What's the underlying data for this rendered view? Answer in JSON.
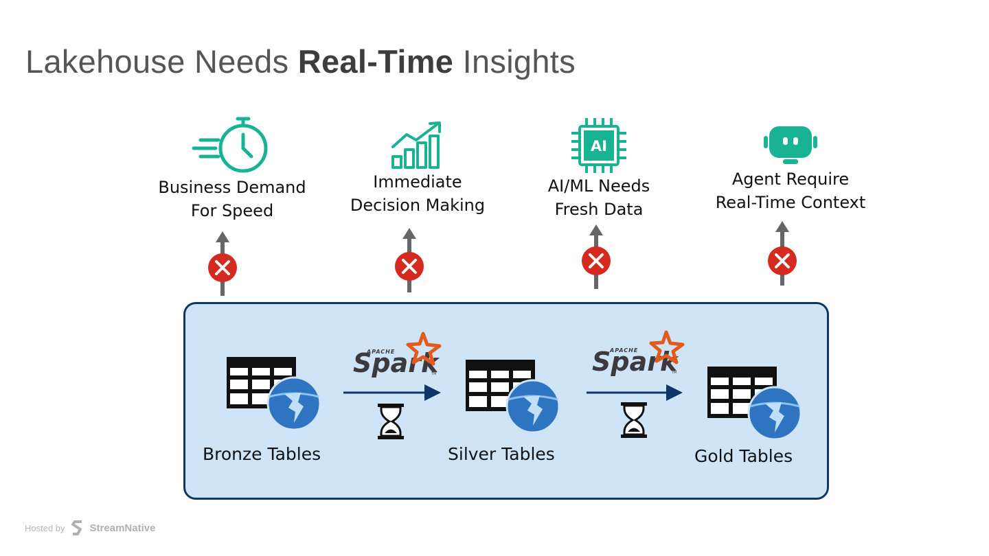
{
  "slide": {
    "title_pre": "Lakehouse Needs ",
    "title_bold": "Real-Time",
    "title_post": " Insights"
  },
  "needs": [
    {
      "line1": "Business Demand",
      "line2": "For Speed",
      "icon": "stopwatch-icon"
    },
    {
      "line1": "Immediate",
      "line2": "Decision Making",
      "icon": "growth-chart-icon"
    },
    {
      "line1": "AI/ML Needs",
      "line2": "Fresh Data",
      "icon": "ai-chip-icon"
    },
    {
      "line1": "Agent Require",
      "line2": "Real-Time Context",
      "icon": "robot-icon"
    }
  ],
  "ai_chip_text": "AI",
  "pipeline": {
    "tables": [
      {
        "label": "Bronze Tables"
      },
      {
        "label": "Silver Tables"
      },
      {
        "label": "Gold Tables"
      }
    ],
    "transform": {
      "apache": "APACHE",
      "spark": "Spark",
      "tm": "TM"
    }
  },
  "colors": {
    "accent_teal": "#19b394",
    "blocked_red": "#d42a20",
    "arrow_gray": "#666666",
    "pipeline_bg": "#cfe4f7",
    "pipeline_border": "#0f3566",
    "iceberg_blue": "#2f74c0",
    "spark_orange": "#e25a1c"
  },
  "footer": {
    "hosted_by": "Hosted by",
    "brand": "StreamNative"
  }
}
